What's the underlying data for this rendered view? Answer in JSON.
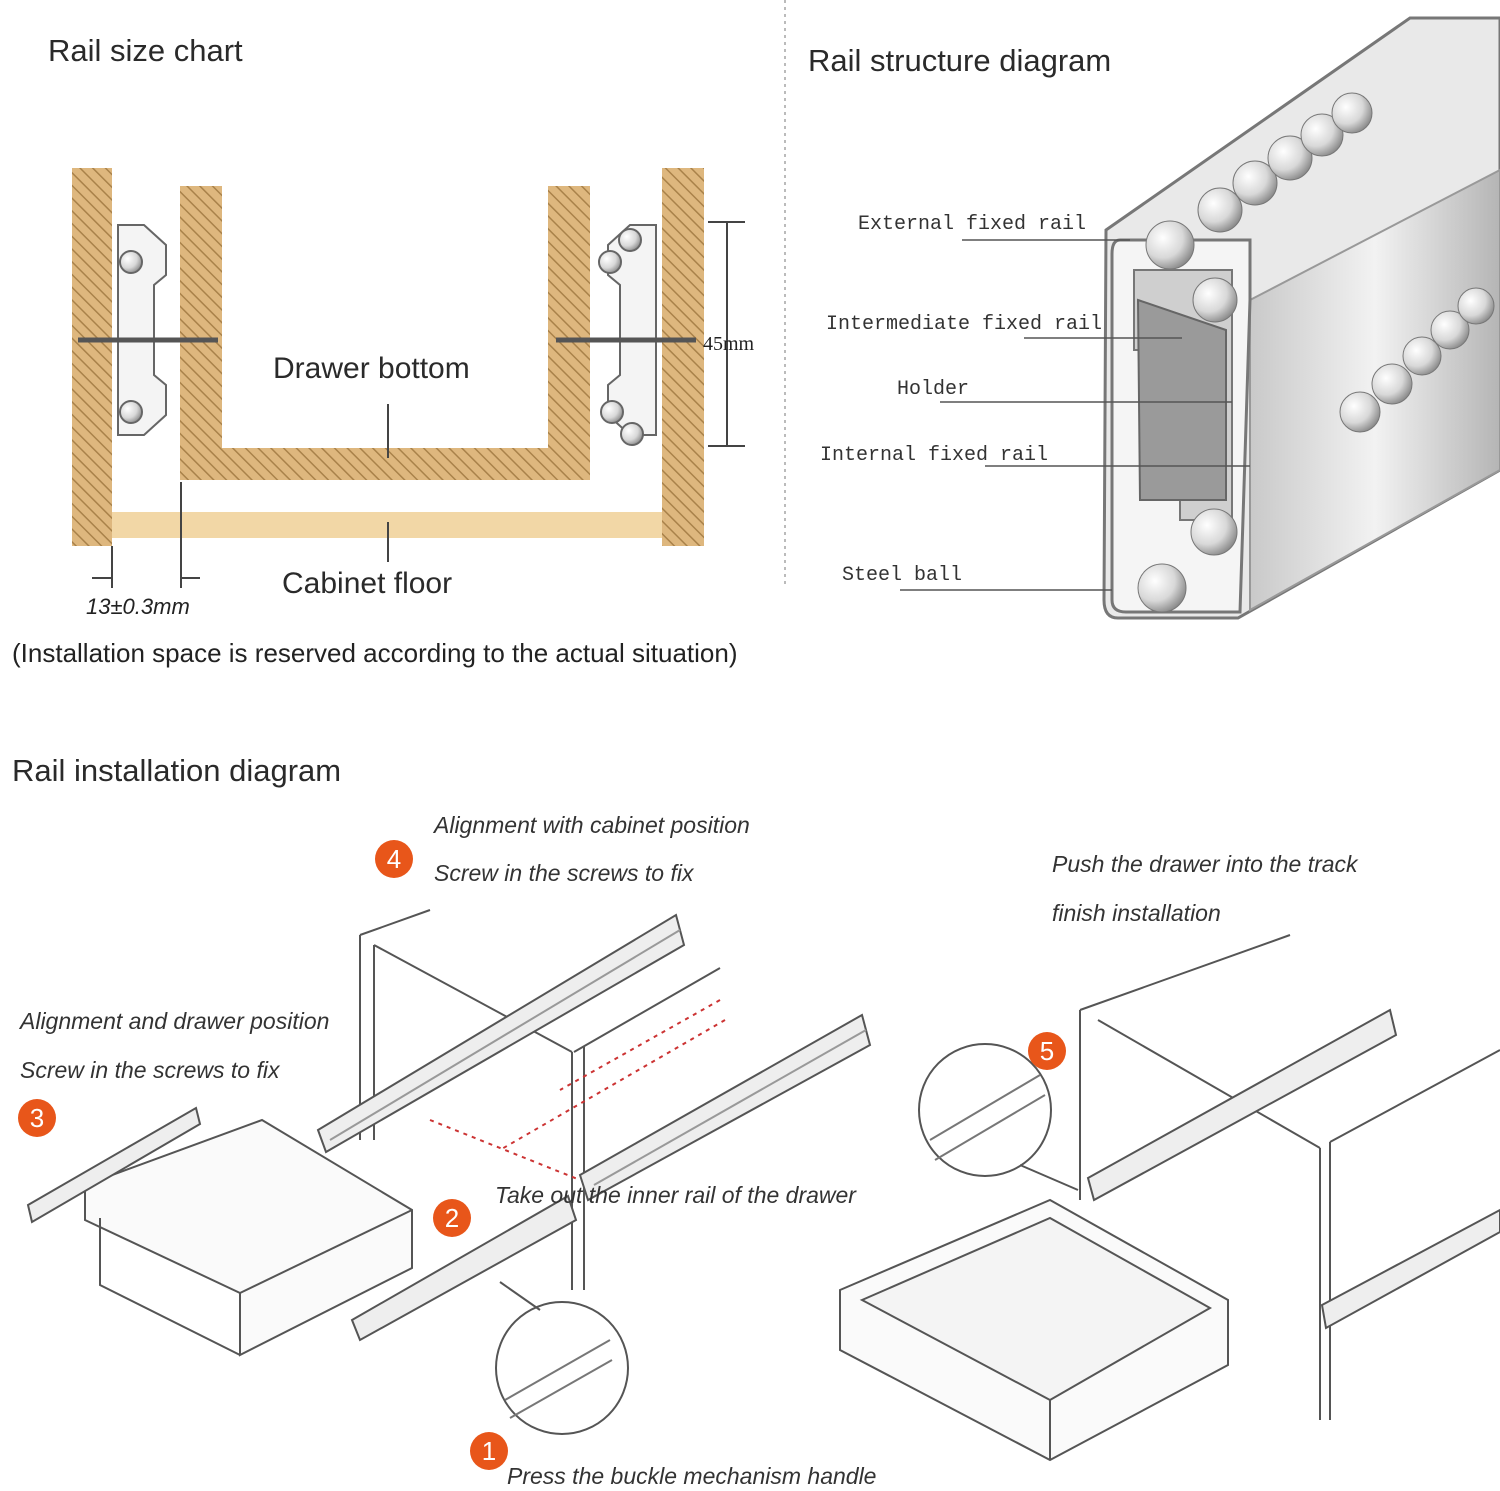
{
  "size_chart": {
    "title": "Rail size chart",
    "drawer_bottom": "Drawer bottom",
    "cabinet_floor": "Cabinet floor",
    "gap": "13±0.3mm",
    "height": "45mm",
    "note": "(Installation space is reserved according to the actual situation)"
  },
  "structure": {
    "title": "Rail structure diagram",
    "labels": [
      "External fixed rail",
      "Intermediate fixed rail",
      "Holder",
      "Internal fixed rail",
      "Steel ball"
    ]
  },
  "installation": {
    "title": "Rail installation diagram",
    "steps": [
      {
        "num": "1",
        "lines": [
          "Press the buckle mechanism handle"
        ]
      },
      {
        "num": "2",
        "lines": [
          "Take out the inner rail of the drawer"
        ]
      },
      {
        "num": "3",
        "lines": [
          "Alignment and drawer position",
          "Screw in the screws to fix"
        ]
      },
      {
        "num": "4",
        "lines": [
          "Alignment with cabinet position",
          "Screw in the screws to fix"
        ]
      },
      {
        "num": "5",
        "lines": [
          "Push the drawer into the track",
          "finish installation"
        ]
      }
    ]
  },
  "colors": {
    "wood": "#deb77e",
    "hatch": "#a9824a",
    "floor": "#f2d7a6",
    "step_badge": "#e8561a"
  }
}
